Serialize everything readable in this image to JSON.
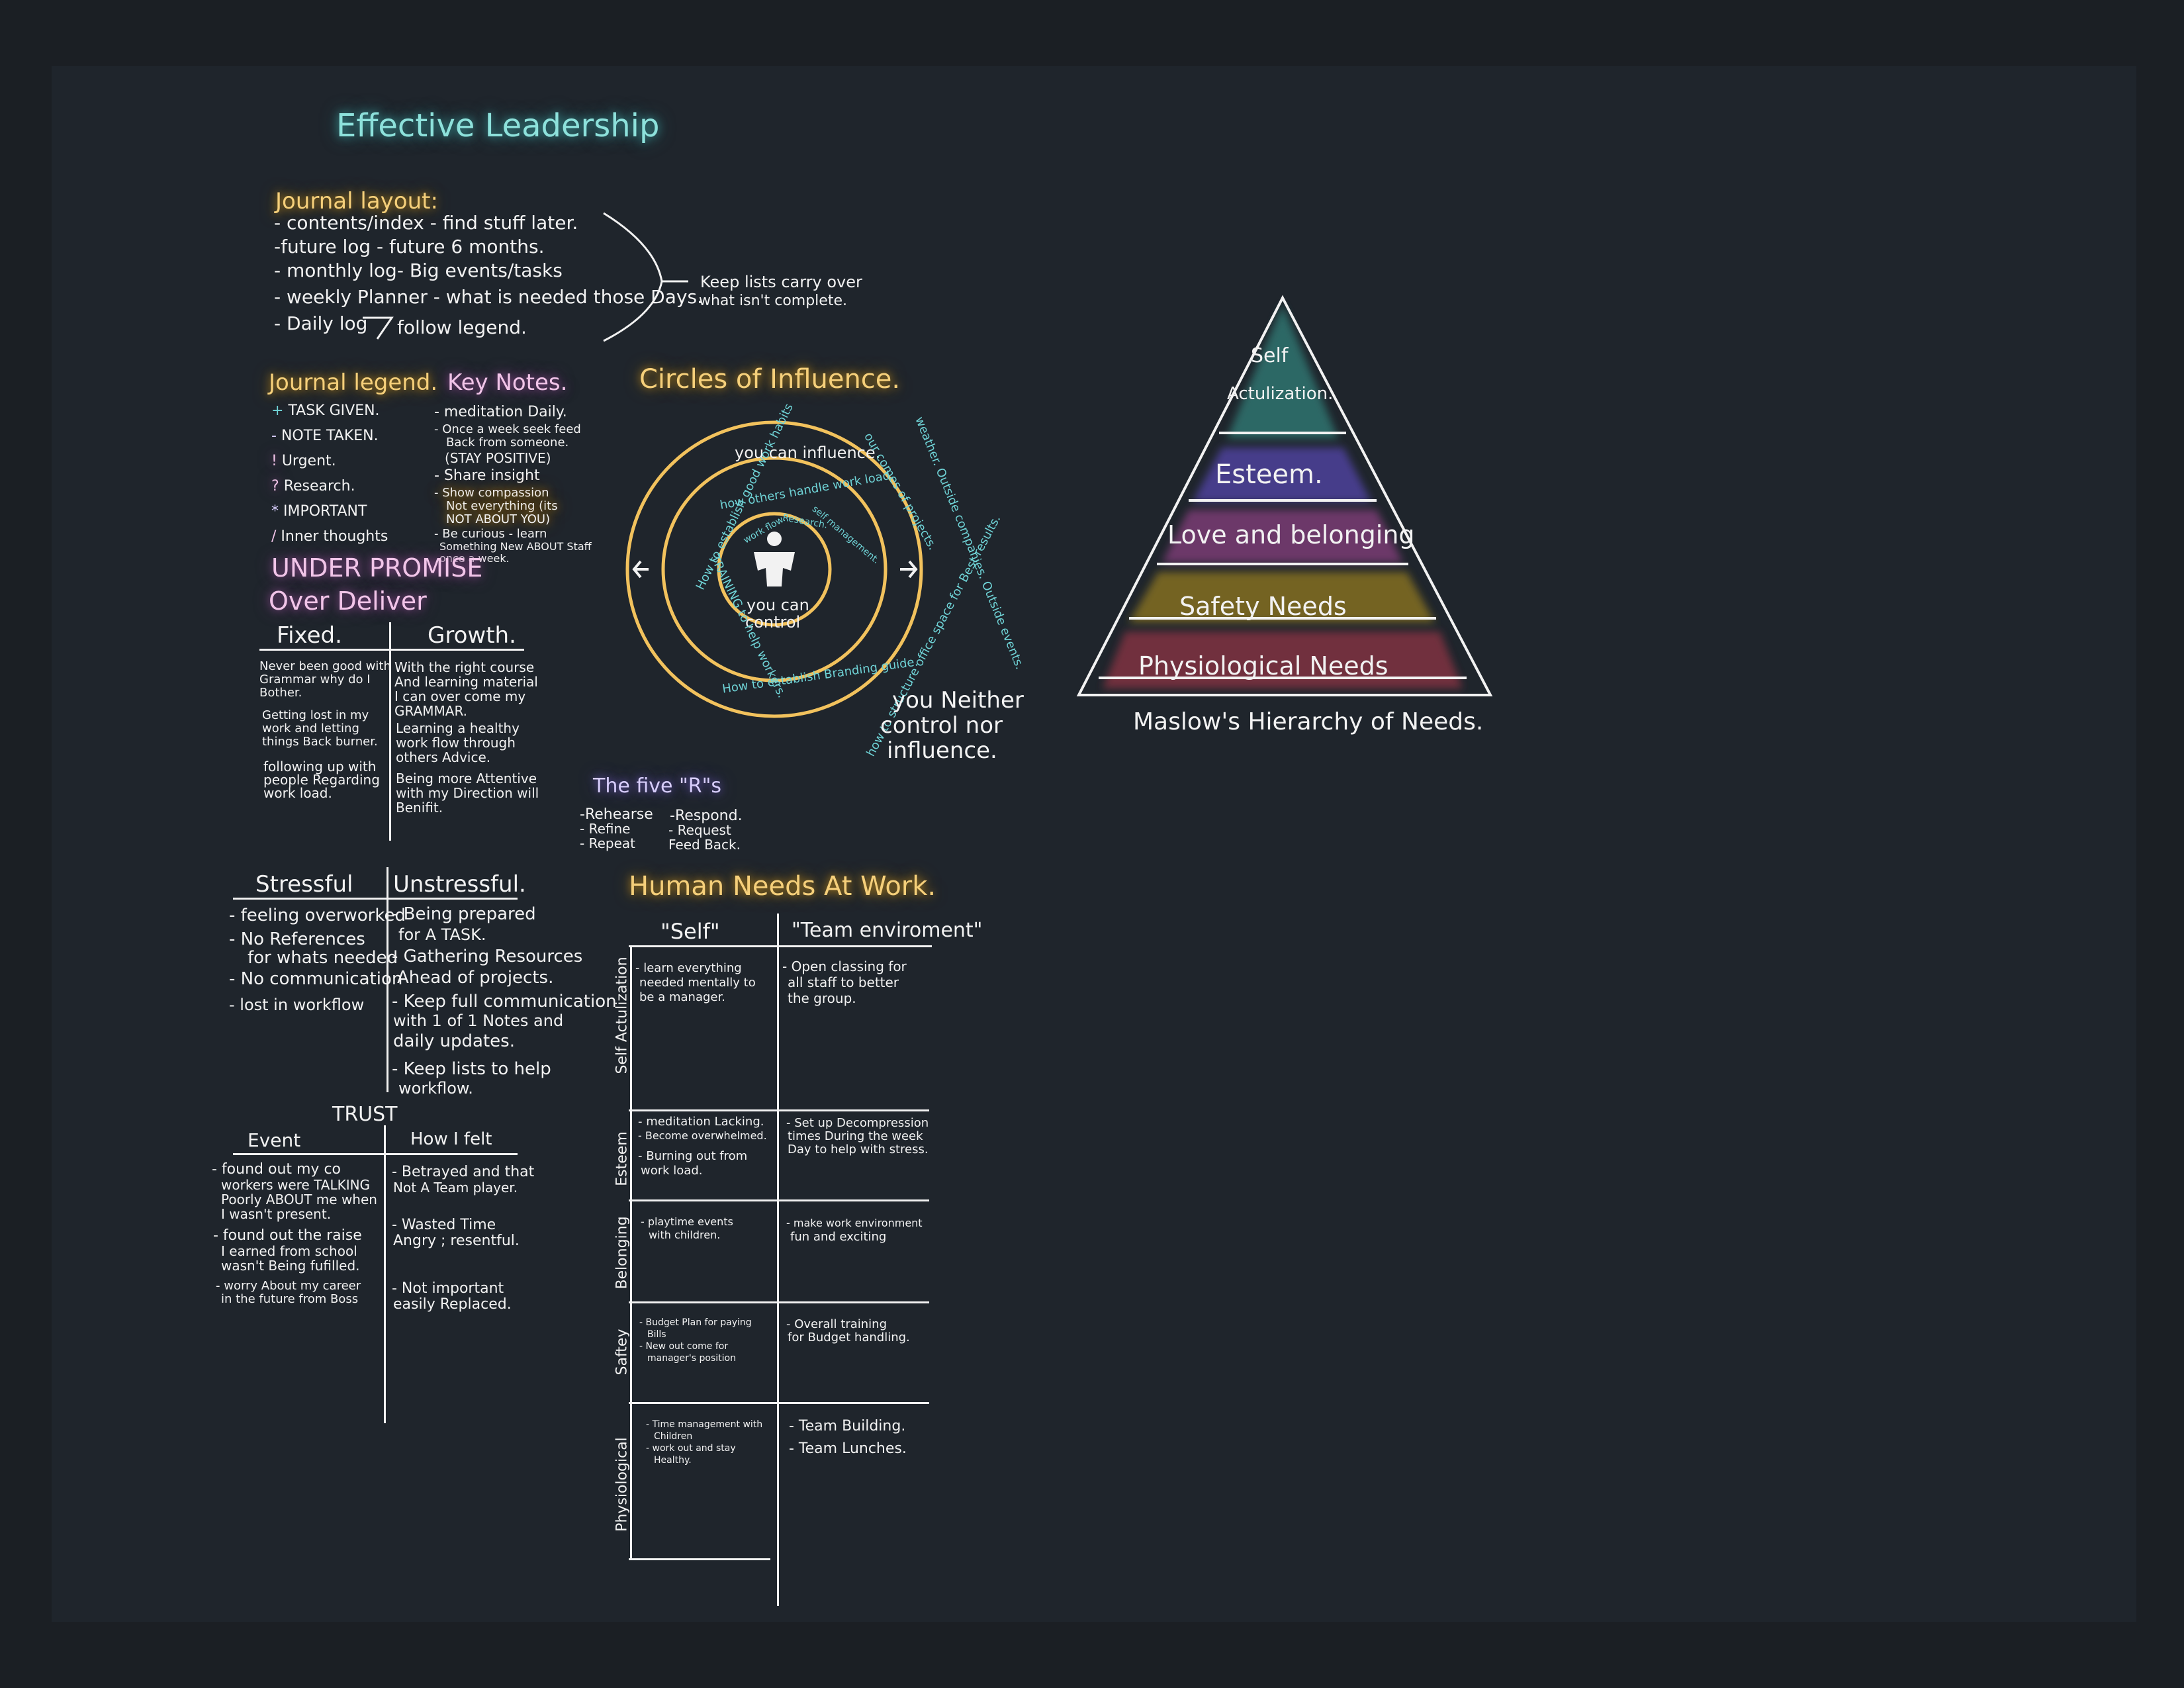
{
  "title": "Effective Leadership",
  "journal_layout": {
    "heading": "Journal layout:",
    "items": [
      "- contents/index - find stuff later.",
      "-future log - future 6 months.",
      "- monthly log- Big events/tasks",
      "- weekly Planner - what is needed those Days.",
      "- Daily log",
      "follow legend."
    ],
    "note_line1": "Keep lists carry over",
    "note_line2": "what isn't complete."
  },
  "journal_legend": {
    "heading": "Journal legend.",
    "items": [
      {
        "symbol": "+",
        "label": "TASK GIVEN."
      },
      {
        "symbol": "-",
        "label": "NOTE TAKEN."
      },
      {
        "symbol": "!",
        "label": "Urgent."
      },
      {
        "symbol": "?",
        "label": "Research."
      },
      {
        "symbol": "*",
        "label": "IMPORTANT"
      },
      {
        "symbol": "/",
        "label": "Inner thoughts"
      }
    ]
  },
  "key_notes": {
    "heading": "Key Notes.",
    "items": [
      "- meditation Daily.",
      "- Once a week seek feed",
      "Back from someone.",
      "(STAY POSITIVE)",
      "- Share insight",
      "- Show compassion",
      "Not everything (its",
      "NOT ABOUT YOU)",
      "- Be curious - learn",
      "Something New ABOUT Staff",
      "once a week."
    ]
  },
  "promise": {
    "line1": "UNDER PROMISE",
    "line2": "Over Deliver"
  },
  "fixed_growth": {
    "col1": "Fixed.",
    "col2": "Growth.",
    "rows": [
      {
        "fixed": [
          "Never been good with",
          "Grammar why do I",
          "Bother."
        ],
        "growth": [
          "With the right course",
          "And learning material",
          "I can over come my",
          "GRAMMAR."
        ]
      },
      {
        "fixed": [
          "Getting lost in my",
          "work and letting",
          "things Back burner."
        ],
        "growth": [
          "Learning a healthy",
          "work flow through",
          "others Advice."
        ]
      },
      {
        "fixed": [
          "following up with",
          "people Regarding",
          "work load."
        ],
        "growth": [
          "Being more Attentive",
          "with my Direction will",
          "Benifit."
        ]
      }
    ]
  },
  "stressful": {
    "col1": "Stressful",
    "col2": "Unstressful.",
    "left": [
      "- feeling overworked",
      "- No References",
      "for whats needed",
      "- No communication",
      "- lost in workflow"
    ],
    "right": [
      "- Being prepared",
      "for A TASK.",
      "- Gathering Resources",
      "Ahead of projects.",
      "- Keep full communication",
      "with 1 of 1 Notes and",
      "daily updates.",
      "- Keep lists to help",
      "workflow."
    ]
  },
  "trust": {
    "heading": "TRUST",
    "col1": "Event",
    "col2": "How I felt",
    "left": [
      "- found out my co",
      "workers were TALKING",
      "Poorly ABOUT me when",
      "I wasn't present.",
      "- found out the raise",
      "I earned from school",
      "wasn't Being fufilled.",
      "- worry About my career",
      "in the future from Boss"
    ],
    "right": [
      "- Betrayed and that",
      "Not A Team player.",
      "- Wasted Time",
      "Angry ; resentful.",
      "- Not important",
      "easily Replaced."
    ]
  },
  "circles": {
    "heading": "Circles of Influence.",
    "center_top": "you can",
    "center_bottom": "control",
    "influence_label": "you can influence.",
    "inner_ring": [
      "work flow.",
      "Research.",
      "self management."
    ],
    "middle": [
      "How to establish good work habits",
      "how others handle work load.",
      "our comes of projects.",
      "TRAINING to help workers.",
      "How to establish Branding guide.",
      "how to structure office space for Best results."
    ],
    "outer": "weather. Outside companies. Outside events.",
    "neither_1": "you Neither",
    "neither_2": "control nor",
    "neither_3": "influence."
  },
  "five_rs": {
    "heading": "The five \"R\"s",
    "left": [
      "-Rehearse",
      "- Refine",
      "- Repeat"
    ],
    "right": [
      "-Respond.",
      "- Request",
      "Feed Back."
    ]
  },
  "human_needs": {
    "heading": "Human Needs At Work.",
    "col1": "\"Self\"",
    "col2": "\"Team enviroment\"",
    "rows": [
      {
        "label": "Self Actulization",
        "self": [
          "- learn everything",
          "needed mentally to",
          "be a manager."
        ],
        "team": [
          "- Open classing for",
          "all staff to better",
          "the group."
        ]
      },
      {
        "label": "Esteem",
        "self": [
          "- meditation Lacking.",
          "- Become overwhelmed.",
          "- Burning out from",
          "work load."
        ],
        "team": [
          "- Set up Decompression",
          "times During the week",
          "Day to help with stress."
        ]
      },
      {
        "label": "Belonging",
        "self": [
          "- playtime events",
          "with children."
        ],
        "team": [
          "- make work environment",
          "fun and exciting"
        ]
      },
      {
        "label": "Saftey",
        "self": [
          "- Budget Plan for paying",
          "Bills",
          "- New out come for",
          "manager's position"
        ],
        "team": [
          "- Overall training",
          "for Budget handling."
        ]
      },
      {
        "label": "Physiological",
        "self": [
          "- Time management with",
          "Children",
          "- work out and stay",
          "Healthy."
        ],
        "team": [
          "- Team Building.",
          "- Team Lunches."
        ]
      }
    ]
  },
  "pyramid": {
    "levels": [
      {
        "label_1": "Self",
        "label_2": "Actulization.",
        "color": "#2f6f6c"
      },
      {
        "label": "Esteem.",
        "color": "#4b3f95"
      },
      {
        "label": "Love and belonging",
        "color": "#743b6f"
      },
      {
        "label": "Safety Needs",
        "color": "#7e6a24"
      },
      {
        "label": "Physiological Needs",
        "color": "#7a3040"
      }
    ],
    "caption": "Maslow's Hierarchy of Needs."
  }
}
